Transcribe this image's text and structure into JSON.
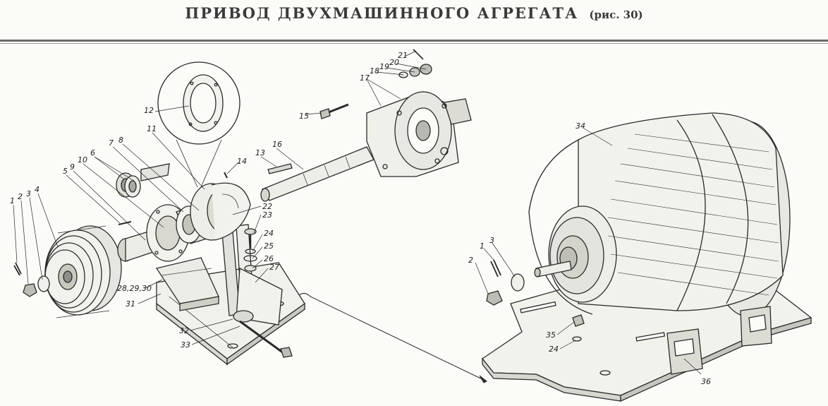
{
  "header": {
    "title": "ПРИВОД ДВУХМАШИННОГО АГРЕГАТА",
    "figure_ref": "(рис. 30)"
  },
  "callouts": [
    {
      "id": "c1",
      "text": "1"
    },
    {
      "id": "c2",
      "text": "2"
    },
    {
      "id": "c3",
      "text": "3"
    },
    {
      "id": "c4",
      "text": "4"
    },
    {
      "id": "c5",
      "text": "5"
    },
    {
      "id": "c9",
      "text": "9"
    },
    {
      "id": "c10",
      "text": "10"
    },
    {
      "id": "c6",
      "text": "6"
    },
    {
      "id": "c7",
      "text": "7"
    },
    {
      "id": "c8",
      "text": "8"
    },
    {
      "id": "c11",
      "text": "11"
    },
    {
      "id": "c12",
      "text": "12"
    },
    {
      "id": "c13",
      "text": "13"
    },
    {
      "id": "c14",
      "text": "14"
    },
    {
      "id": "c15",
      "text": "15"
    },
    {
      "id": "c16",
      "text": "16"
    },
    {
      "id": "c17",
      "text": "17"
    },
    {
      "id": "c18",
      "text": "18"
    },
    {
      "id": "c19",
      "text": "19"
    },
    {
      "id": "c20",
      "text": "20"
    },
    {
      "id": "c21",
      "text": "21"
    },
    {
      "id": "c22",
      "text": "22"
    },
    {
      "id": "c23",
      "text": "23"
    },
    {
      "id": "c24",
      "text": "24"
    },
    {
      "id": "c25",
      "text": "25"
    },
    {
      "id": "c26",
      "text": "26"
    },
    {
      "id": "c27",
      "text": "27"
    },
    {
      "id": "c28",
      "text": "28,29,30"
    },
    {
      "id": "c31",
      "text": "31"
    },
    {
      "id": "c32",
      "text": "32"
    },
    {
      "id": "c33",
      "text": "33"
    },
    {
      "id": "c34",
      "text": "34"
    },
    {
      "id": "m1",
      "text": "1"
    },
    {
      "id": "m2",
      "text": "2"
    },
    {
      "id": "m3",
      "text": "3"
    },
    {
      "id": "m35",
      "text": "35"
    },
    {
      "id": "m24",
      "text": "24"
    },
    {
      "id": "c36",
      "text": "36"
    }
  ],
  "colors": {
    "ink": "#2a2a2a",
    "paper": "#fbfbf8",
    "rule": "#6b6b6b"
  }
}
